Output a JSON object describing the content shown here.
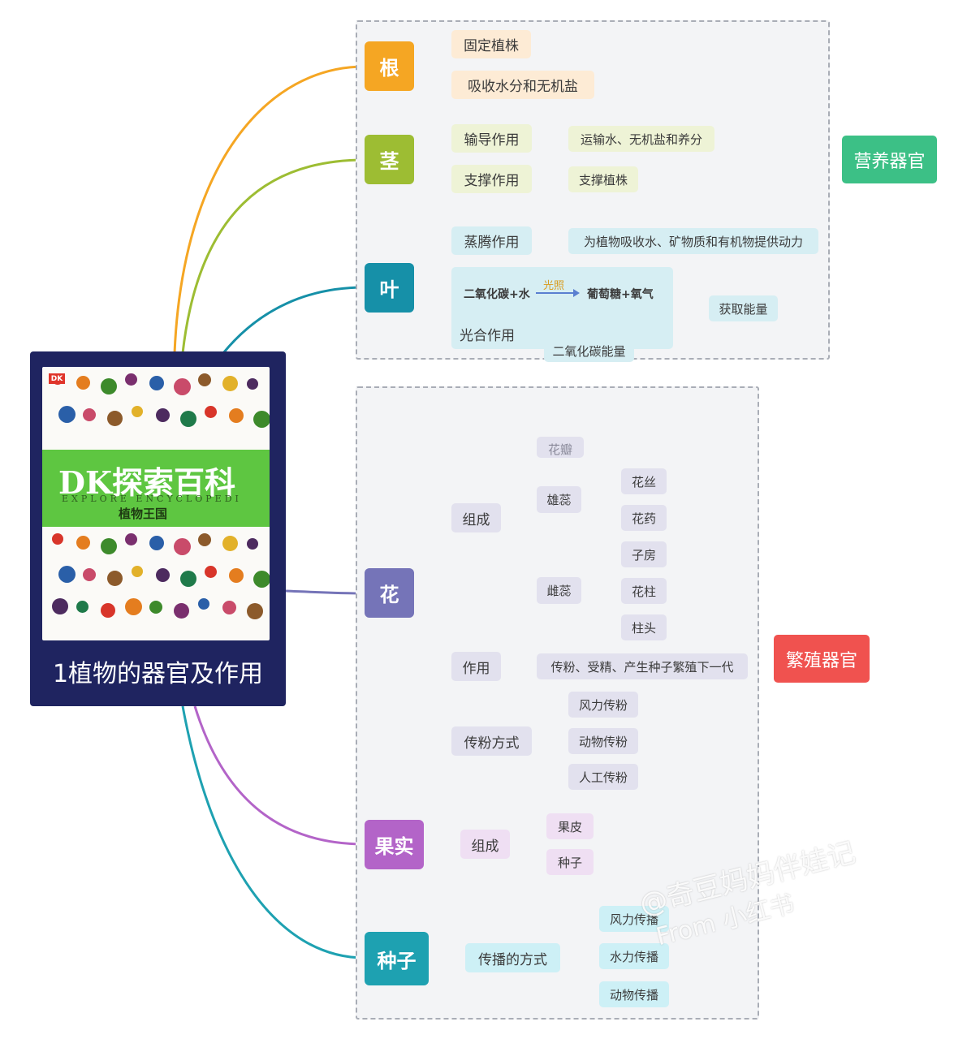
{
  "root": {
    "title": "1植物的器官及作用",
    "book": {
      "badge": "DK",
      "title": "DK探索百科",
      "subtitle": "EXPLORE ENCYCLOPEDI",
      "name": "植物王国"
    }
  },
  "groups": {
    "vegetative": "营养器官",
    "reproductive": "繁殖器官"
  },
  "colors": {
    "root": "#f5a623",
    "stem": "#9dbd33",
    "leaf": "#1690a8",
    "flower": "#7574b8",
    "fruit": "#b364c8",
    "seed": "#1ea1b1",
    "vegetative_tag": "#3cc086",
    "reproductive_tag": "#f0524f"
  },
  "organs": {
    "root": {
      "label": "根",
      "items": [
        "固定植株",
        "吸收水分和无机盐"
      ]
    },
    "stem": {
      "label": "茎",
      "items": [
        {
          "label": "输导作用",
          "detail": "运输水、无机盐和养分"
        },
        {
          "label": "支撑作用",
          "detail": "支撑植株"
        }
      ]
    },
    "leaf": {
      "label": "叶",
      "transpiration": {
        "label": "蒸腾作用",
        "detail": "为植物吸收水、矿物质和有机物提供动力"
      },
      "photosynthesis": {
        "label": "光合作用",
        "reactants": "二氧化碳+水",
        "condition": "光照",
        "products": "葡萄糖+氧气",
        "sub": "二氧化碳能量",
        "detail": "获取能量"
      }
    },
    "flower": {
      "label": "花",
      "composition": {
        "label": "组成",
        "top_partial": "花瓣",
        "stamen": {
          "label": "雄蕊",
          "parts": [
            "花丝",
            "花药"
          ]
        },
        "pistil": {
          "label": "雌蕊",
          "parts": [
            "子房",
            "花柱",
            "柱头"
          ]
        }
      },
      "function": {
        "label": "作用",
        "detail": "传粉、受精、产生种子繁殖下一代"
      },
      "pollination": {
        "label": "传粉方式",
        "items": [
          "风力传粉",
          "动物传粉",
          "人工传粉"
        ]
      }
    },
    "fruit": {
      "label": "果实",
      "composition": {
        "label": "组成",
        "items": [
          "果皮",
          "种子"
        ]
      }
    },
    "seed": {
      "label": "种子",
      "dispersal": {
        "label": "传播的方式",
        "items": [
          "风力传播",
          "水力传播",
          "动物传播"
        ]
      }
    }
  },
  "watermark": {
    "line1": "@奇豆妈妈伴娃记",
    "line2": "From 小红书"
  }
}
